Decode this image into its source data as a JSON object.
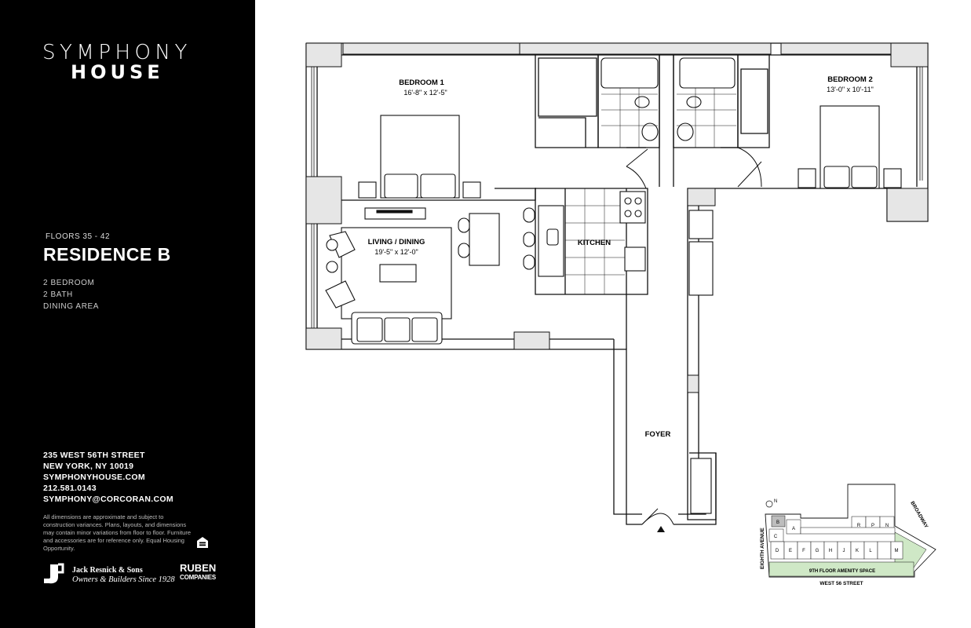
{
  "brand": {
    "line1": "SYMPHONY",
    "line2": "HOUSE"
  },
  "residence": {
    "floors": "FLOORS 35 - 42",
    "name": "RESIDENCE B",
    "features": [
      "2 BEDROOM",
      "2 BATH",
      "DINING AREA"
    ]
  },
  "contact": {
    "address1": "235 WEST 56TH STREET",
    "address2": "NEW YORK, NY 10019",
    "website": "SYMPHONYHOUSE.COM",
    "phone": "212.581.0143",
    "email": "SYMPHONY@CORCORAN.COM"
  },
  "disclaimer": "All dimensions are approximate and subject to construction variances. Plans, layouts, and dimensions may contain minor variations from floor to floor. Furniture and accessories are for reference only. Equal Housing Opportunity.",
  "logos": {
    "developer_line1": "Jack Resnick & Sons",
    "developer_line2": "Owners & Builders Since 1928",
    "ruben_line1": "RUBEN",
    "ruben_line2": "COMPANIES"
  },
  "rooms": {
    "bedroom1": {
      "name": "BEDROOM 1",
      "dims": "16'-8\" x 12'-5\""
    },
    "bedroom2": {
      "name": "BEDROOM 2",
      "dims": "13'-0\" x 10'-11\""
    },
    "living": {
      "name": "LIVING / DINING",
      "dims": "19'-5\" x 12'-0\""
    },
    "kitchen": {
      "name": "KITCHEN"
    },
    "foyer": {
      "name": "FOYER"
    }
  },
  "keyplan": {
    "street_left": "EIGHTH AVENUE",
    "street_right": "BROADWAY",
    "street_bottom": "WEST 56 STREET",
    "amenity": "9TH FLOOR AMENITY SPACE",
    "north": "N",
    "units_top": [
      "B",
      "A",
      "R",
      "P",
      "N"
    ],
    "units_bottom": [
      "C",
      "D",
      "E",
      "F",
      "G",
      "H",
      "J",
      "K",
      "L",
      "M"
    ],
    "highlight_unit": "B"
  }
}
